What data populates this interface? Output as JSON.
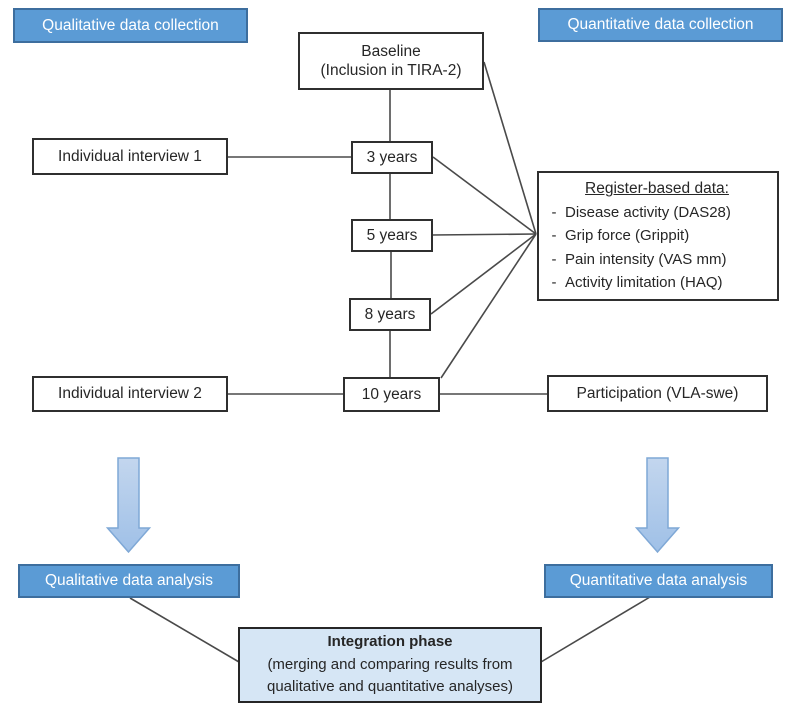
{
  "figure": {
    "collection": {
      "qualitative": "Qualitative data collection",
      "quantitative": "Quantitative data collection"
    },
    "timeline": {
      "baseline_title": "Baseline",
      "baseline_subtitle": "(Inclusion in TIRA-2)",
      "years": [
        "3 years",
        "5 years",
        "8 years",
        "10 years"
      ]
    },
    "qualitative_strand": {
      "interview1": "Individual interview 1",
      "interview2": "Individual interview 2",
      "analysis": "Qualitative data analysis"
    },
    "quantitative_strand": {
      "register_title": "Register-based data:",
      "register_bullet": "-",
      "register_items": [
        "Disease activity (DAS28)",
        "Grip force (Grippit)",
        "Pain intensity (VAS mm)",
        "Activity limitation (HAQ)"
      ],
      "participation": "Participation (VLA-swe)",
      "analysis": "Quantitative data analysis"
    },
    "integration": {
      "title": "Integration phase",
      "line2": "(merging and comparing results from",
      "line3": "qualitative and quantitative analyses)"
    },
    "colors": {
      "accent_blue": "#5B9BD5",
      "accent_blue_border": "#3D6E9E",
      "integration_fill": "#D6E6F5",
      "arrow_fill_top": "#C3D6EE",
      "arrow_fill_bottom": "#9FC0E7",
      "arrow_border": "#7FA8D6",
      "connector_line": "#4A4A4A"
    }
  }
}
